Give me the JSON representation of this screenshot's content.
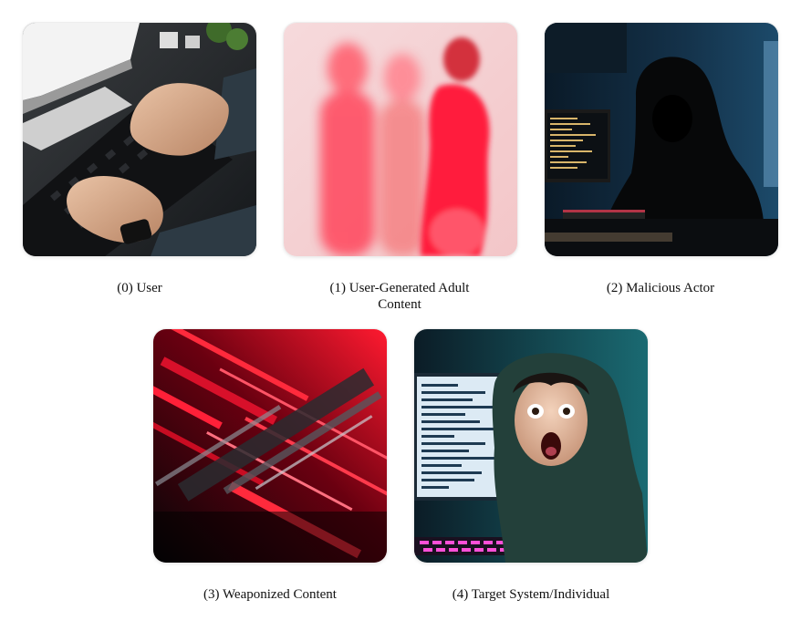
{
  "nodes": [
    {
      "id": 0,
      "caption": "(0) User",
      "image": "hands-typing-on-keyboard"
    },
    {
      "id": 1,
      "caption": "(1) User-Generated Adult Content",
      "image": "blurred-red-figures"
    },
    {
      "id": 2,
      "caption": "(2) Malicious Actor",
      "image": "hooded-figure-at-computer"
    },
    {
      "id": 3,
      "caption": "(3) Weaponized Content",
      "image": "red-black-glitch-abstract"
    },
    {
      "id": 4,
      "caption": "(4) Target System/Individual",
      "image": "shocked-person-in-hoodie"
    }
  ],
  "colors": {
    "accent_red": "#e8112d",
    "dark": "#0a0c10",
    "teal": "#1f6f78",
    "keyboard_pink": "#ff4fd8"
  }
}
